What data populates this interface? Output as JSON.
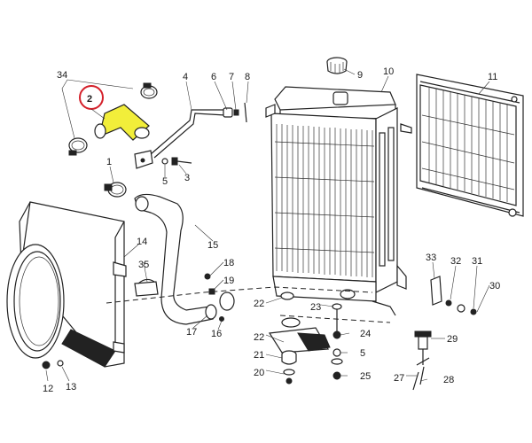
{
  "diagram": {
    "labels": {
      "l2": "2",
      "l34": "34",
      "l4": "4",
      "l6": "6",
      "l7": "7",
      "l8": "8",
      "l9": "9",
      "l10": "10",
      "l11": "11",
      "l1": "1",
      "l5a": "5",
      "l3": "3",
      "l14": "14",
      "l15": "15",
      "l35": "35",
      "l18": "18",
      "l19": "19",
      "l16": "16",
      "l17": "17",
      "l22a": "22",
      "l23": "23",
      "l24": "24",
      "l22b": "22",
      "l21": "21",
      "l20": "20",
      "l5b": "5",
      "l25": "25",
      "l33": "33",
      "l32": "32",
      "l31": "31",
      "l30": "30",
      "l29": "29",
      "l27": "27",
      "l28": "28",
      "l12": "12",
      "l13": "13"
    },
    "colors": {
      "highlight_fill": "#f2ee3a",
      "highlight_circle": "#d4202a",
      "ink": "#222222"
    }
  }
}
